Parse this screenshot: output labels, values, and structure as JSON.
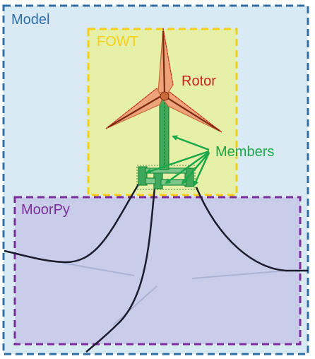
{
  "labels": {
    "model": "Model",
    "fowt": "FOWT",
    "rotor": "Rotor",
    "members": "Members",
    "moorpy": "MoorPy"
  },
  "colors": {
    "model": "#2e6fa8",
    "model_fill": "#daeaf5",
    "fowt": "#f5cf1a",
    "fowt_fill": "#e6f0a8",
    "rotor": "#cc1f1f",
    "rotor_fill": "#eea37a",
    "members": "#1aa84a",
    "moorpy": "#7a2e9a",
    "moorpy_fill": "#c5c8e6",
    "mooring_line": "#1c1c2e"
  }
}
